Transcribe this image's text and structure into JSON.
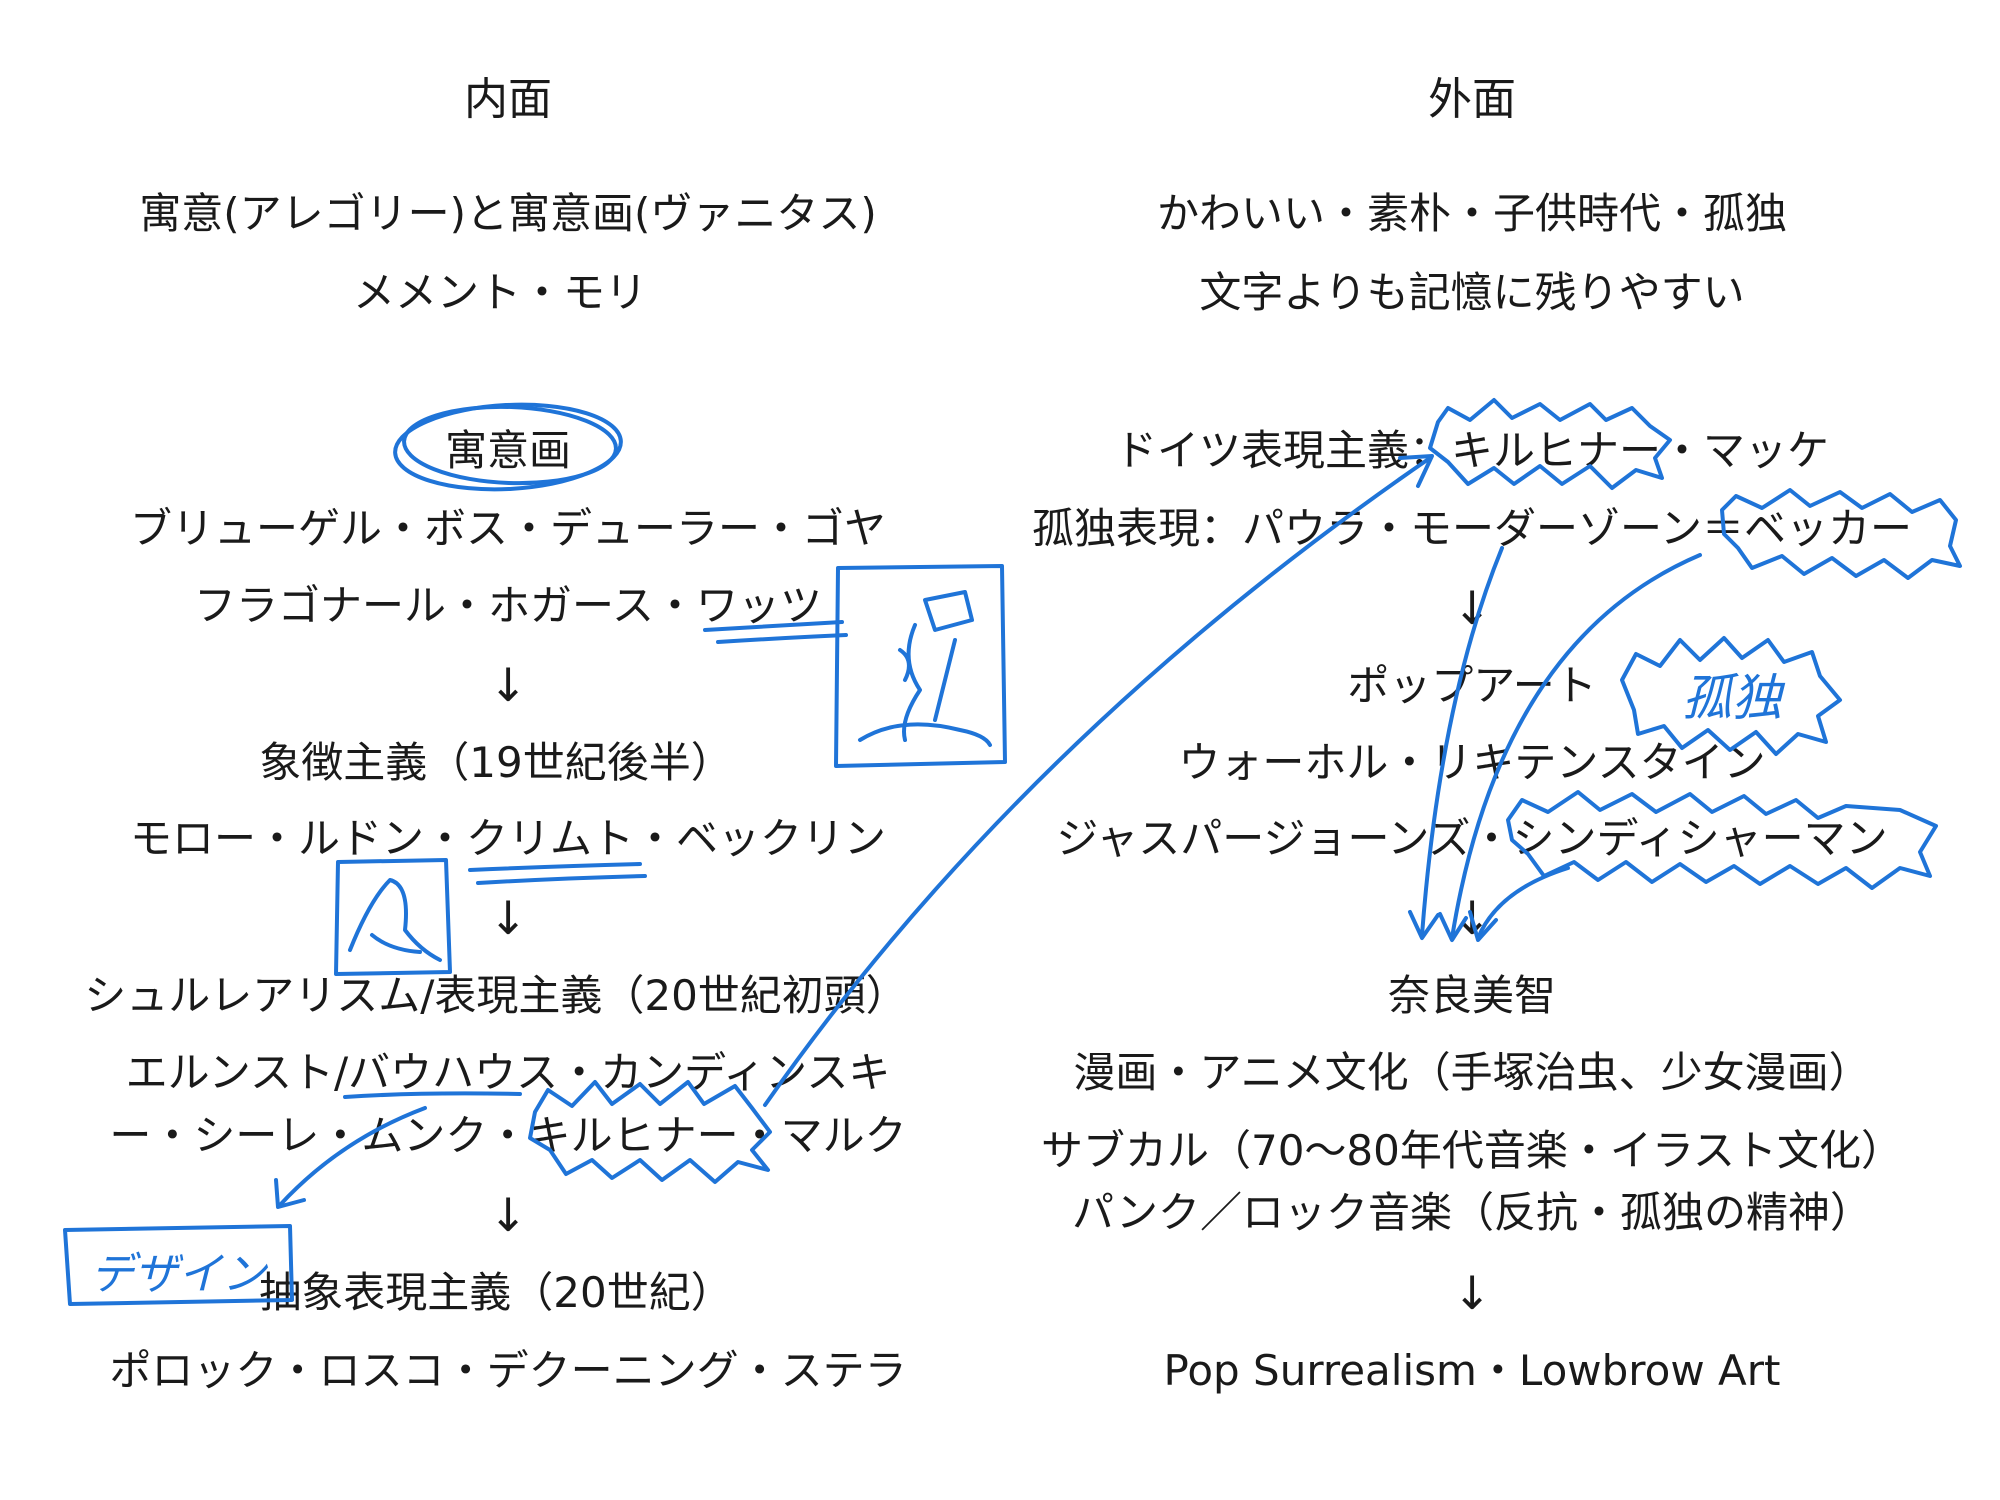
{
  "ink_color": "#1f74d8",
  "left": {
    "heading": "内面",
    "lines": [
      "寓意(アレゴリー)と寓意画(ヴァニタス)",
      "メメント・モリ",
      "寓意画",
      "ブリューゲル・ボス・デューラー・ゴヤ",
      "フラゴナール・ホガース・ワッツ",
      "↓",
      "象徴主義（19世紀後半）",
      "モロー・ルドン・クリムト・ベックリン",
      "↓",
      "シュルレアリスム/表現主義（20世紀初頭）",
      "エルンスト/バウハウス・カンディンスキ",
      "ー・シーレ・ムンク・キルヒナー・マルク",
      "↓",
      "抽象表現主義（20世紀）",
      "ポロック・ロスコ・デクーニング・ステラ"
    ]
  },
  "right": {
    "heading": "外面",
    "lines": [
      "かわいい・素朴・子供時代・孤独",
      "文字よりも記憶に残りやすい",
      "ドイツ表現主義：キルヒナー・マッケ",
      "孤独表現：パウラ・モーダーゾーン＝ベッカー",
      "↓",
      "ポップアート",
      "ウォーホル・リキテンスタイン",
      "ジャスパージョーンズ・シンディシャーマン",
      "↓",
      "奈良美智",
      "漫画・アニメ文化（手塚治虫、少女漫画）",
      "サブカル（70〜80年代音楽・イラスト文化）",
      "パンク／ロック音楽（反抗・孤独の精神）",
      "↓",
      "Pop Surrealism・Lowbrow Art"
    ]
  },
  "annotations": {
    "solitude": "孤独",
    "design": "デザイン"
  }
}
